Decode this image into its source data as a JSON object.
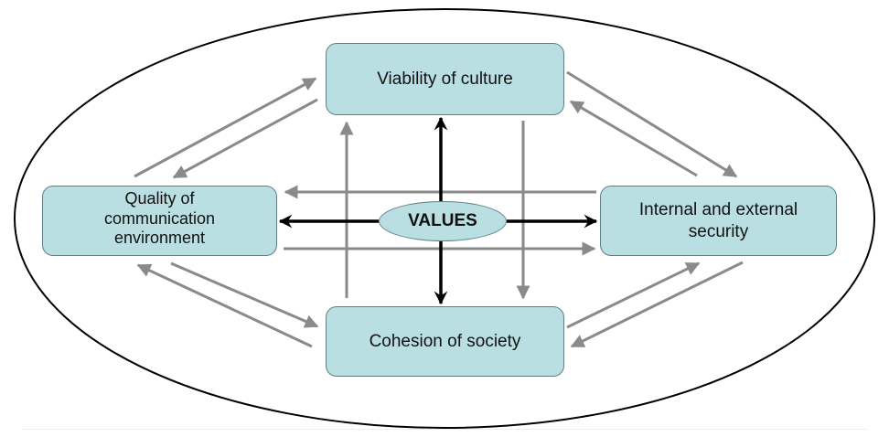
{
  "diagram": {
    "center": {
      "label": "VALUES"
    },
    "nodes": {
      "top": {
        "label": "Viability of culture"
      },
      "left": {
        "label": "Quality of\ncommunication\nenvironment"
      },
      "right": {
        "label": "Internal and external\nsecurity"
      },
      "bottom": {
        "label": "Cohesion of society"
      }
    },
    "edges": [
      {
        "from": "VALUES",
        "to": "Viability of culture",
        "style": "bold"
      },
      {
        "from": "VALUES",
        "to": "Quality of communication environment",
        "style": "bold"
      },
      {
        "from": "VALUES",
        "to": "Internal and external security",
        "style": "bold"
      },
      {
        "from": "VALUES",
        "to": "Cohesion of society",
        "style": "bold"
      },
      {
        "from": "Quality of communication environment",
        "to": "Viability of culture",
        "style": "gray"
      },
      {
        "from": "Viability of culture",
        "to": "Quality of communication environment",
        "style": "gray"
      },
      {
        "from": "Viability of culture",
        "to": "Internal and external security",
        "style": "gray"
      },
      {
        "from": "Internal and external security",
        "to": "Viability of culture",
        "style": "gray"
      },
      {
        "from": "Quality of communication environment",
        "to": "Cohesion of society",
        "style": "gray"
      },
      {
        "from": "Cohesion of society",
        "to": "Quality of communication environment",
        "style": "gray"
      },
      {
        "from": "Cohesion of society",
        "to": "Internal and external security",
        "style": "gray"
      },
      {
        "from": "Internal and external security",
        "to": "Cohesion of society",
        "style": "gray"
      },
      {
        "from": "Internal and external security",
        "to": "Quality of communication environment",
        "style": "gray"
      },
      {
        "from": "Quality of communication environment",
        "to": "Internal and external security",
        "style": "gray"
      },
      {
        "from": "Cohesion of society",
        "to": "Viability of culture",
        "style": "gray"
      },
      {
        "from": "Viability of culture",
        "to": "Cohesion of society",
        "style": "gray"
      }
    ],
    "colors": {
      "node_fill": "#b9dfe3",
      "node_border": "#5f7f84",
      "bold_arrow": "#000000",
      "gray_arrow": "#8a8a8a",
      "outer_ellipse": "#000000"
    }
  }
}
